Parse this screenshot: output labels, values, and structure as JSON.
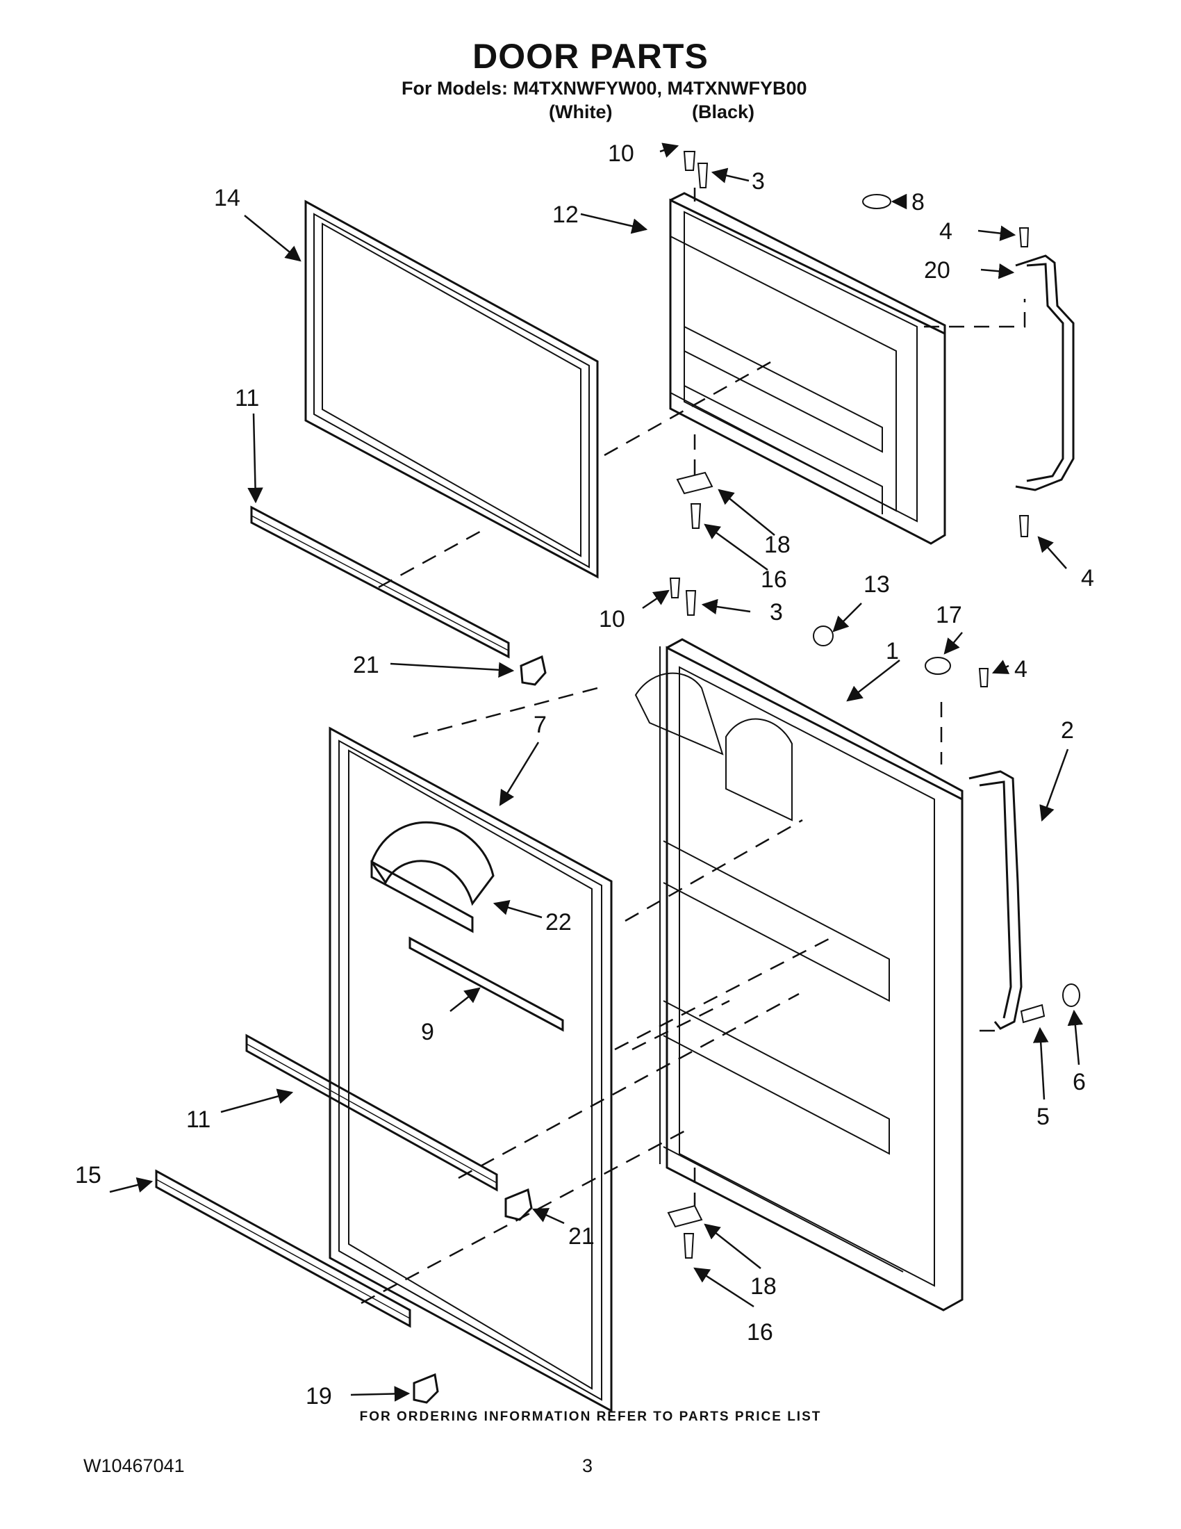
{
  "header": {
    "title": "DOOR PARTS",
    "models_line": "For Models: M4TXNWFYW00, M4TXNWFYB00",
    "variant_white": "(White)",
    "variant_black": "(Black)"
  },
  "callouts": [
    {
      "num": "1",
      "part": "main-door-panel"
    },
    {
      "num": "2",
      "part": "lower-handle"
    },
    {
      "num": "3",
      "part": "screw"
    },
    {
      "num": "4",
      "part": "screw"
    },
    {
      "num": "5",
      "part": "screw"
    },
    {
      "num": "6",
      "part": "handle-cap"
    },
    {
      "num": "7",
      "part": "door-gasket"
    },
    {
      "num": "8",
      "part": "ring"
    },
    {
      "num": "9",
      "part": "shelf-rail"
    },
    {
      "num": "10",
      "part": "plug"
    },
    {
      "num": "11",
      "part": "shelf-rail"
    },
    {
      "num": "12",
      "part": "freezer-door-panel"
    },
    {
      "num": "13",
      "part": "cam"
    },
    {
      "num": "14",
      "part": "freezer-door-gasket"
    },
    {
      "num": "15",
      "part": "shelf-rail"
    },
    {
      "num": "16",
      "part": "screw"
    },
    {
      "num": "17",
      "part": "plug-button"
    },
    {
      "num": "18",
      "part": "hinge-bracket"
    },
    {
      "num": "19",
      "part": "end-cap"
    },
    {
      "num": "20",
      "part": "upper-handle"
    },
    {
      "num": "21",
      "part": "end-cap"
    },
    {
      "num": "22",
      "part": "dairy-door"
    }
  ],
  "footer": {
    "ordering_note": "FOR ORDERING INFORMATION REFER TO PARTS PRICE LIST",
    "doc_number": "W10467041",
    "page_number": "3"
  }
}
